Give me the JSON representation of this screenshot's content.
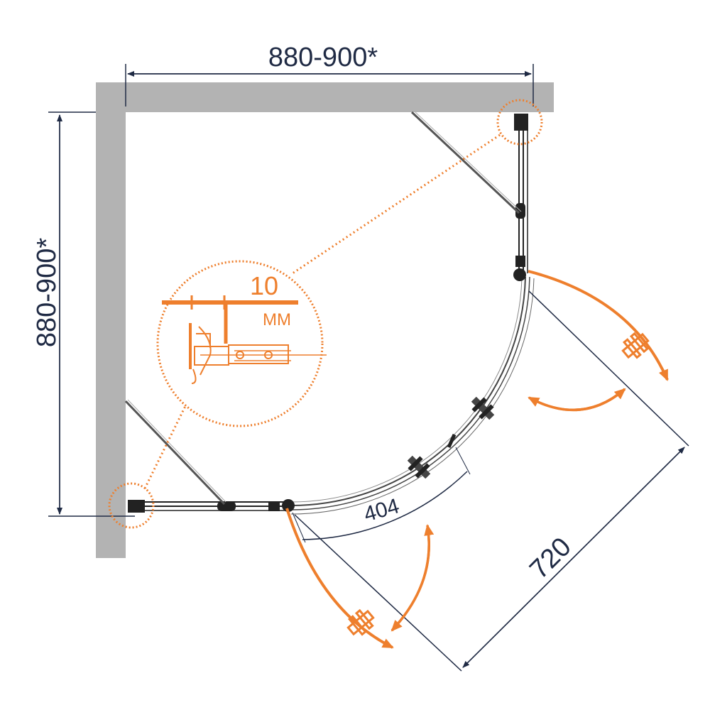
{
  "dimensions": {
    "width": "880-900*",
    "depth": "880-900*",
    "door_opening": "404",
    "diagonal": "720"
  },
  "detail": {
    "gap_value": "10",
    "gap_unit": "MM"
  },
  "colors": {
    "wall": "#b3b3b3",
    "accent": "#ee7f2d",
    "line": "#1f2a44",
    "profile": "#222222"
  }
}
